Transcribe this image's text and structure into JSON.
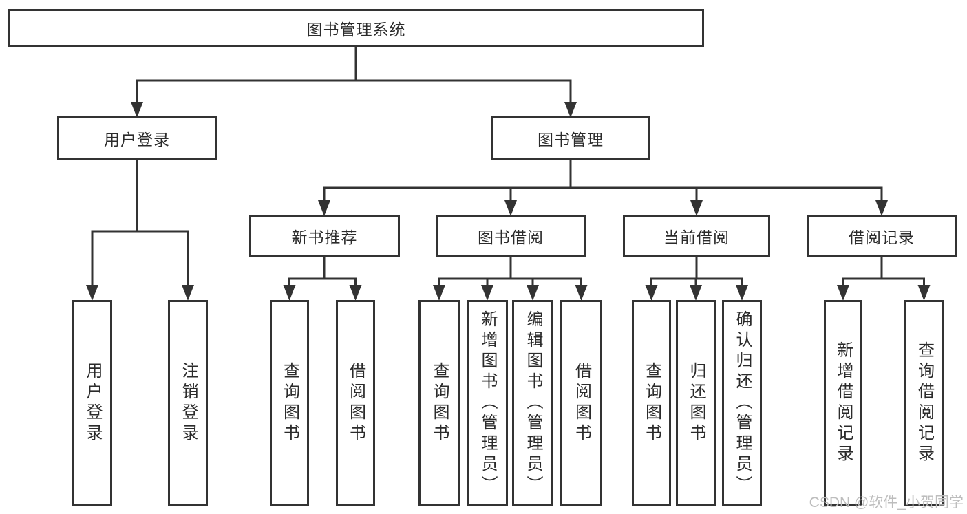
{
  "nodes": {
    "root": {
      "label": "图书管理系统"
    },
    "user_login": {
      "label": "用户登录"
    },
    "book_mgmt": {
      "label": "图书管理"
    },
    "new_books": {
      "label": "新书推荐"
    },
    "book_borrow": {
      "label": "图书借阅"
    },
    "current_borrow": {
      "label": "当前借阅"
    },
    "borrow_records": {
      "label": "借阅记录"
    },
    "leaves": [
      {
        "label": "用户登录"
      },
      {
        "label": "注销登录"
      },
      {
        "label": "查询图书"
      },
      {
        "label": "借阅图书"
      },
      {
        "label": "查询图书"
      },
      {
        "label": "新增图书（管理员）"
      },
      {
        "label": "编辑图书（管理员）"
      },
      {
        "label": "借阅图书"
      },
      {
        "label": "查询图书"
      },
      {
        "label": "归还图书"
      },
      {
        "label": "确认归还（管理员）"
      },
      {
        "label": "新增借阅记录"
      },
      {
        "label": "查询借阅记录"
      }
    ]
  },
  "watermark": {
    "text": "CSDN @软件_小贺同学"
  },
  "colors": {
    "line": "#333333",
    "box_border": "#333333",
    "text": "#2b2b2b",
    "watermark": "#bdbdbd",
    "background": "#ffffff"
  }
}
